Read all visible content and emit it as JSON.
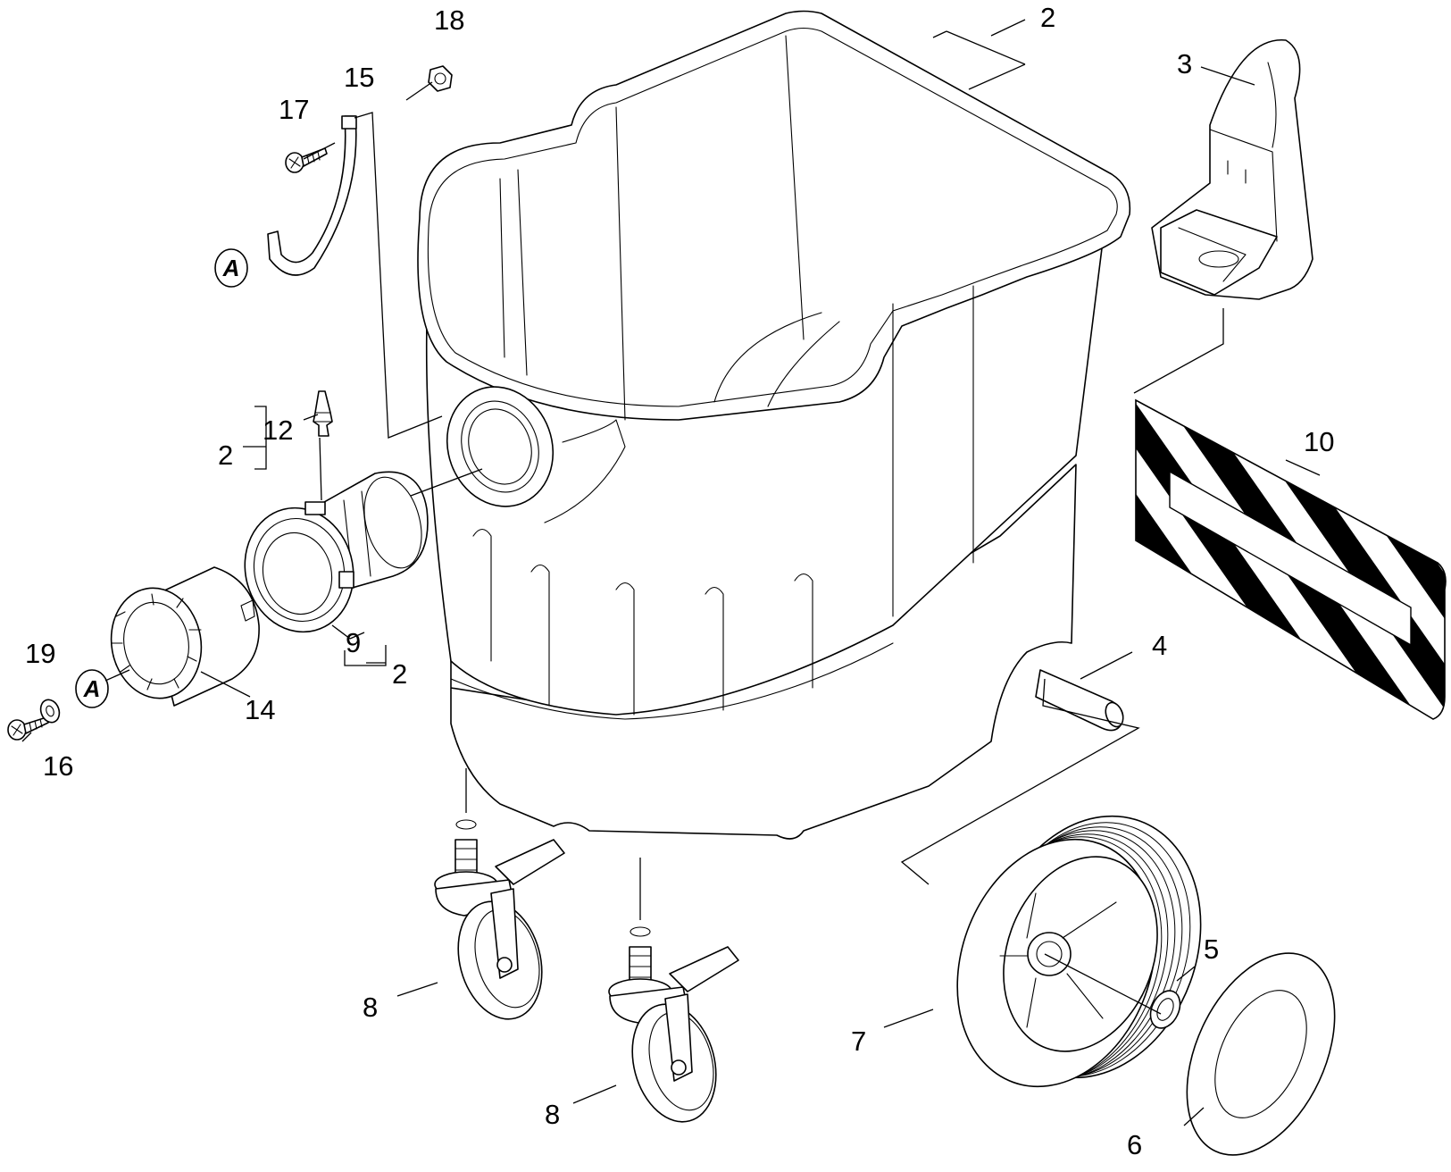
{
  "callouts": {
    "p2_top": "2",
    "p3": "3",
    "p18": "18",
    "p15": "15",
    "p17": "17",
    "p12": "12",
    "p2_12": "2",
    "p9": "9",
    "p2_9": "2",
    "p14": "14",
    "p19": "19",
    "p16": "16",
    "p10": "10",
    "p4": "4",
    "p5": "5",
    "p6": "6",
    "p7": "7",
    "p8_left": "8",
    "p8_right": "8"
  },
  "reference_marks": {
    "a_upper": "A",
    "a_lower": "A"
  }
}
